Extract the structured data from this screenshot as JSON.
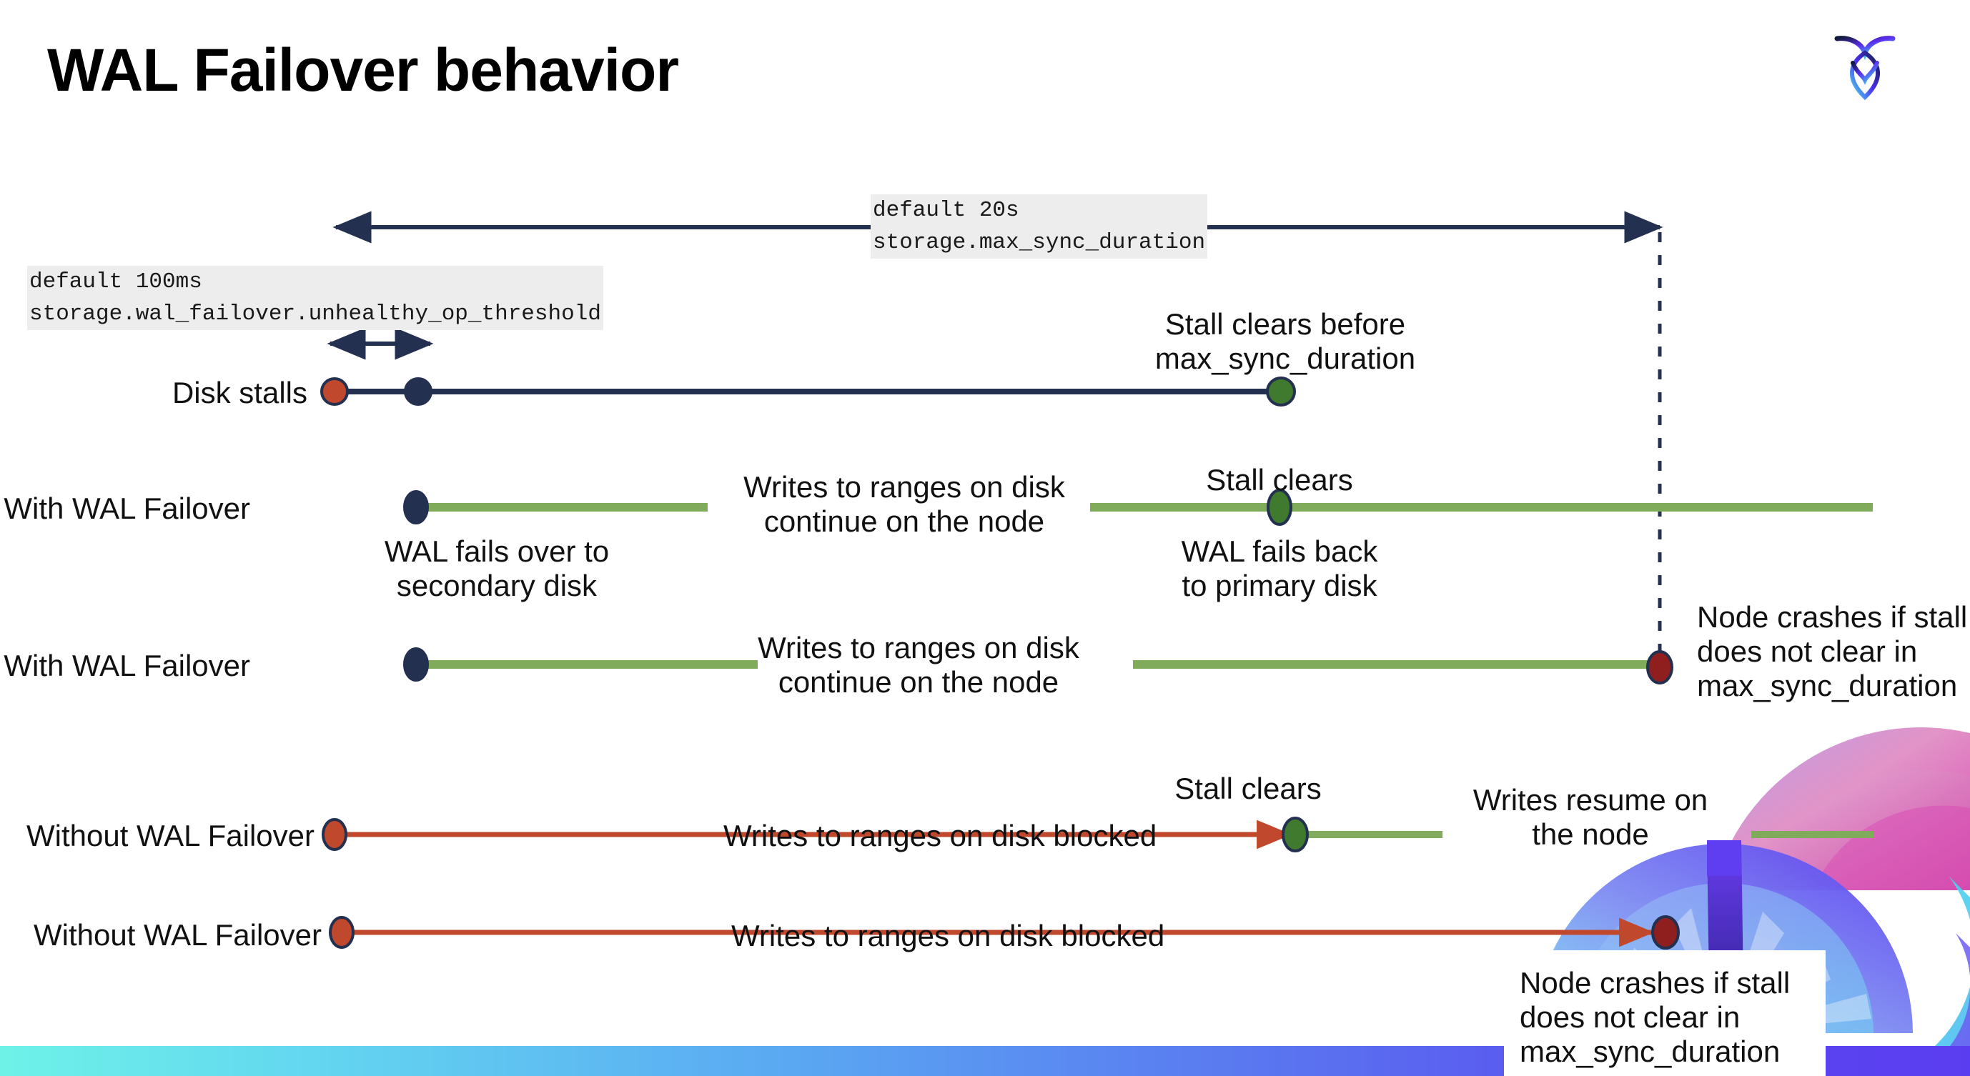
{
  "slide": {
    "title": "WAL Failover behavior",
    "logo_name": "cockroachdb-logo"
  },
  "annotations": {
    "max_sync": {
      "default": "default 20s",
      "setting": "storage.max_sync_duration"
    },
    "unhealthy": {
      "default": "default 100ms",
      "setting": "storage.wal_failover.unhealthy_op_threshold"
    }
  },
  "rows": [
    {
      "label": "Disk stalls"
    },
    {
      "label": "With WAL Failover"
    },
    {
      "label": "With WAL Failover"
    },
    {
      "label": "Without WAL Failover"
    },
    {
      "label": "Without WAL Failover"
    }
  ],
  "callouts": {
    "stall_clears_before": {
      "line1": "Stall clears before",
      "line2": "max_sync_duration"
    },
    "stall_clears_r2": "Stall clears",
    "writes_continue_r2": {
      "line1": "Writes to ranges on disk",
      "line2": "continue on the node"
    },
    "wal_fails_over": {
      "line1": "WAL fails over to",
      "line2": "secondary disk"
    },
    "wal_fails_back": {
      "line1": "WAL fails  back",
      "line2": "to primary disk"
    },
    "writes_continue_r3": {
      "line1": "Writes to ranges on disk",
      "line2": "continue on the node"
    },
    "node_crashes_r3": {
      "line1": "Node crashes if stall",
      "line2": "does not clear in",
      "line3": "max_sync_duration"
    },
    "stall_clears_r4": "Stall clears",
    "writes_blocked_r4": "Writes to ranges on disk  blocked",
    "writes_resume": {
      "line1": "Writes resume on",
      "line2": "the node"
    },
    "writes_blocked_r5": "Writes to ranges on disk  blocked",
    "node_crashes_r5": {
      "line1": "Node crashes if stall",
      "line2": "does not clear in",
      "line3": "max_sync_duration"
    }
  },
  "colors": {
    "navy": "#23304f",
    "green_line": "#7fab5a",
    "green_dot": "#3f7a2e",
    "red_line": "#c0482c",
    "red_dot": "#c0482c",
    "dark_red_dot": "#8f1f1f",
    "code_bg": "#ededed",
    "bar_gradient_start": "#6ef2e8",
    "bar_gradient_end": "#5a3df0"
  }
}
